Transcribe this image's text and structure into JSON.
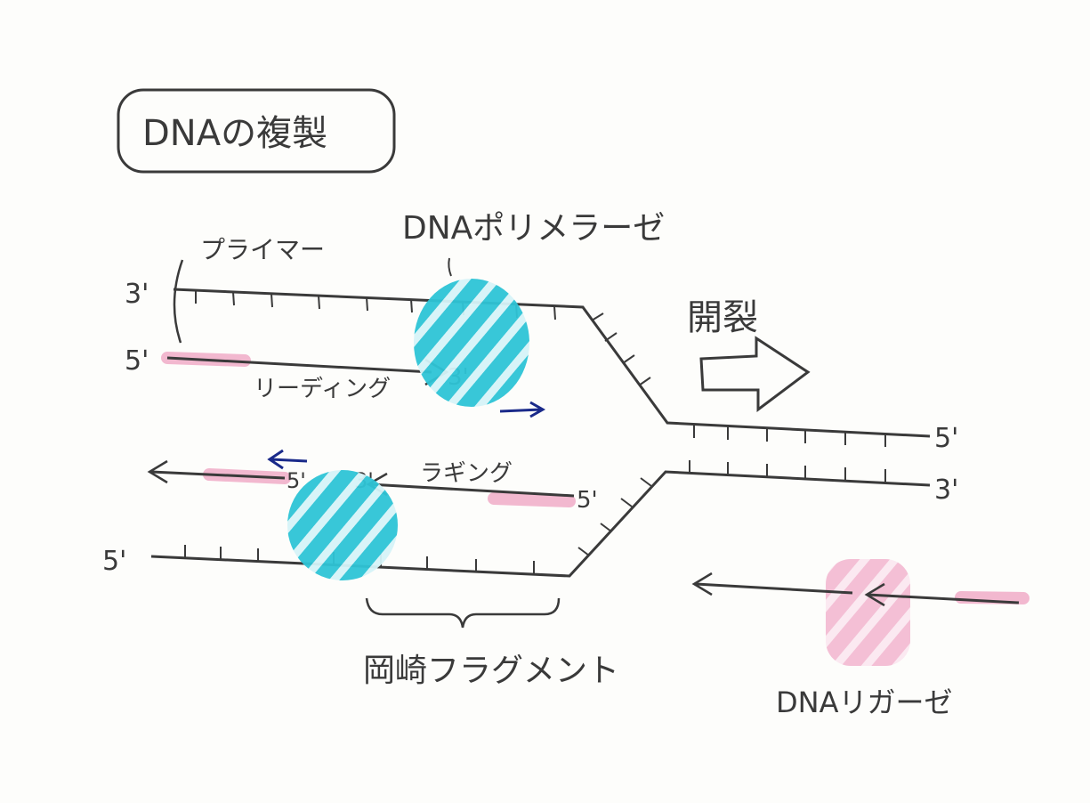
{
  "title": "DNAの複製",
  "labels": {
    "polymerase": "DNAポリメラーゼ",
    "primer": "プライマー",
    "unwinding": "開裂",
    "leading": "リーディング",
    "lagging": "ラギング",
    "okazaki": "岡崎フラグメント",
    "ligase": "DNAリガーゼ"
  },
  "ends": {
    "top_left_upper": "3'",
    "top_left_lower": "5'",
    "leading_tip": "3'",
    "right_upper": "5'",
    "right_lower": "3'",
    "lag_left": "5'",
    "lag_mid": "3'",
    "lag_right": "5'",
    "bottom_left": "5'"
  },
  "colors": {
    "polymerase": "#2ec4d6",
    "primer": "#f2b8cf",
    "ink": "#3a3a3a",
    "arrow_blue": "#1a2a8a"
  }
}
